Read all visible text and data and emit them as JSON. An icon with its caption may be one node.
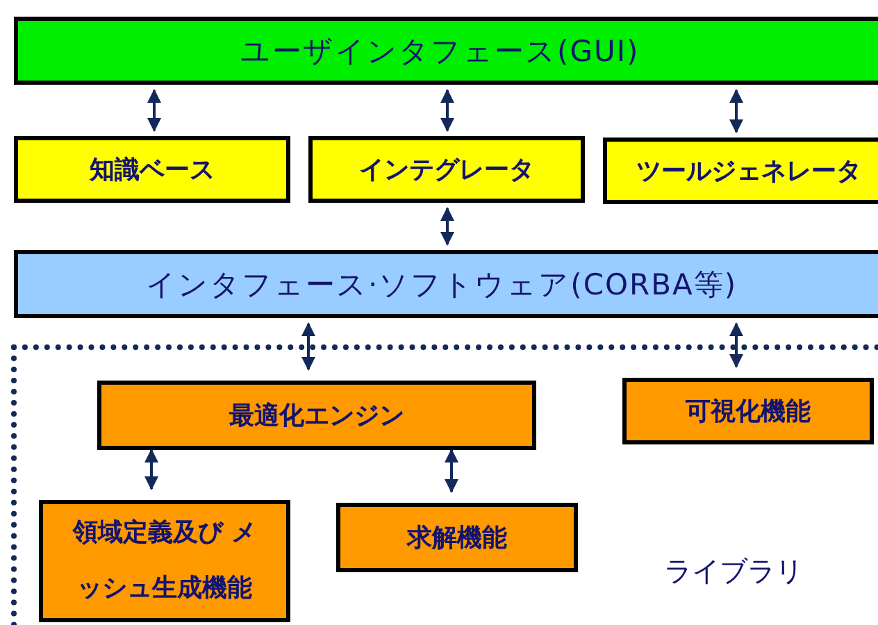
{
  "diagram": {
    "nodes": [
      {
        "text": [
          "ユーザインタフェース(GUI)"
        ]
      },
      {
        "text": [
          "知識ベース"
        ]
      },
      {
        "text": [
          "インテグレータ"
        ]
      },
      {
        "text": [
          "ツールジェネレータ"
        ]
      },
      {
        "text": [
          "インタフェース·ソフトウェア(CORBA等)"
        ]
      },
      {
        "text": [
          "ライブラリ"
        ]
      },
      {
        "text": [
          "最適化エンジン"
        ],
        "in": 5
      },
      {
        "text": [
          "可視化機能"
        ],
        "in": 5
      },
      {
        "text": [
          "領域定義及び メッシュ生成機能"
        ],
        "in": 5
      },
      {
        "text": [
          "求解機能"
        ],
        "in": 5
      }
    ],
    "edges": [
      {
        "from": 0,
        "to": 1,
        "arrow": "both"
      },
      {
        "from": 0,
        "to": 2,
        "arrow": "both"
      },
      {
        "from": 0,
        "to": 3,
        "arrow": "both"
      },
      {
        "from": 2,
        "to": 4,
        "arrow": "both"
      },
      {
        "from": 4,
        "to": 6,
        "arrow": "both"
      },
      {
        "from": 4,
        "to": 7,
        "arrow": "both"
      },
      {
        "from": 6,
        "to": 8,
        "arrow": "both"
      },
      {
        "from": 6,
        "to": 9,
        "arrow": "both"
      }
    ]
  }
}
